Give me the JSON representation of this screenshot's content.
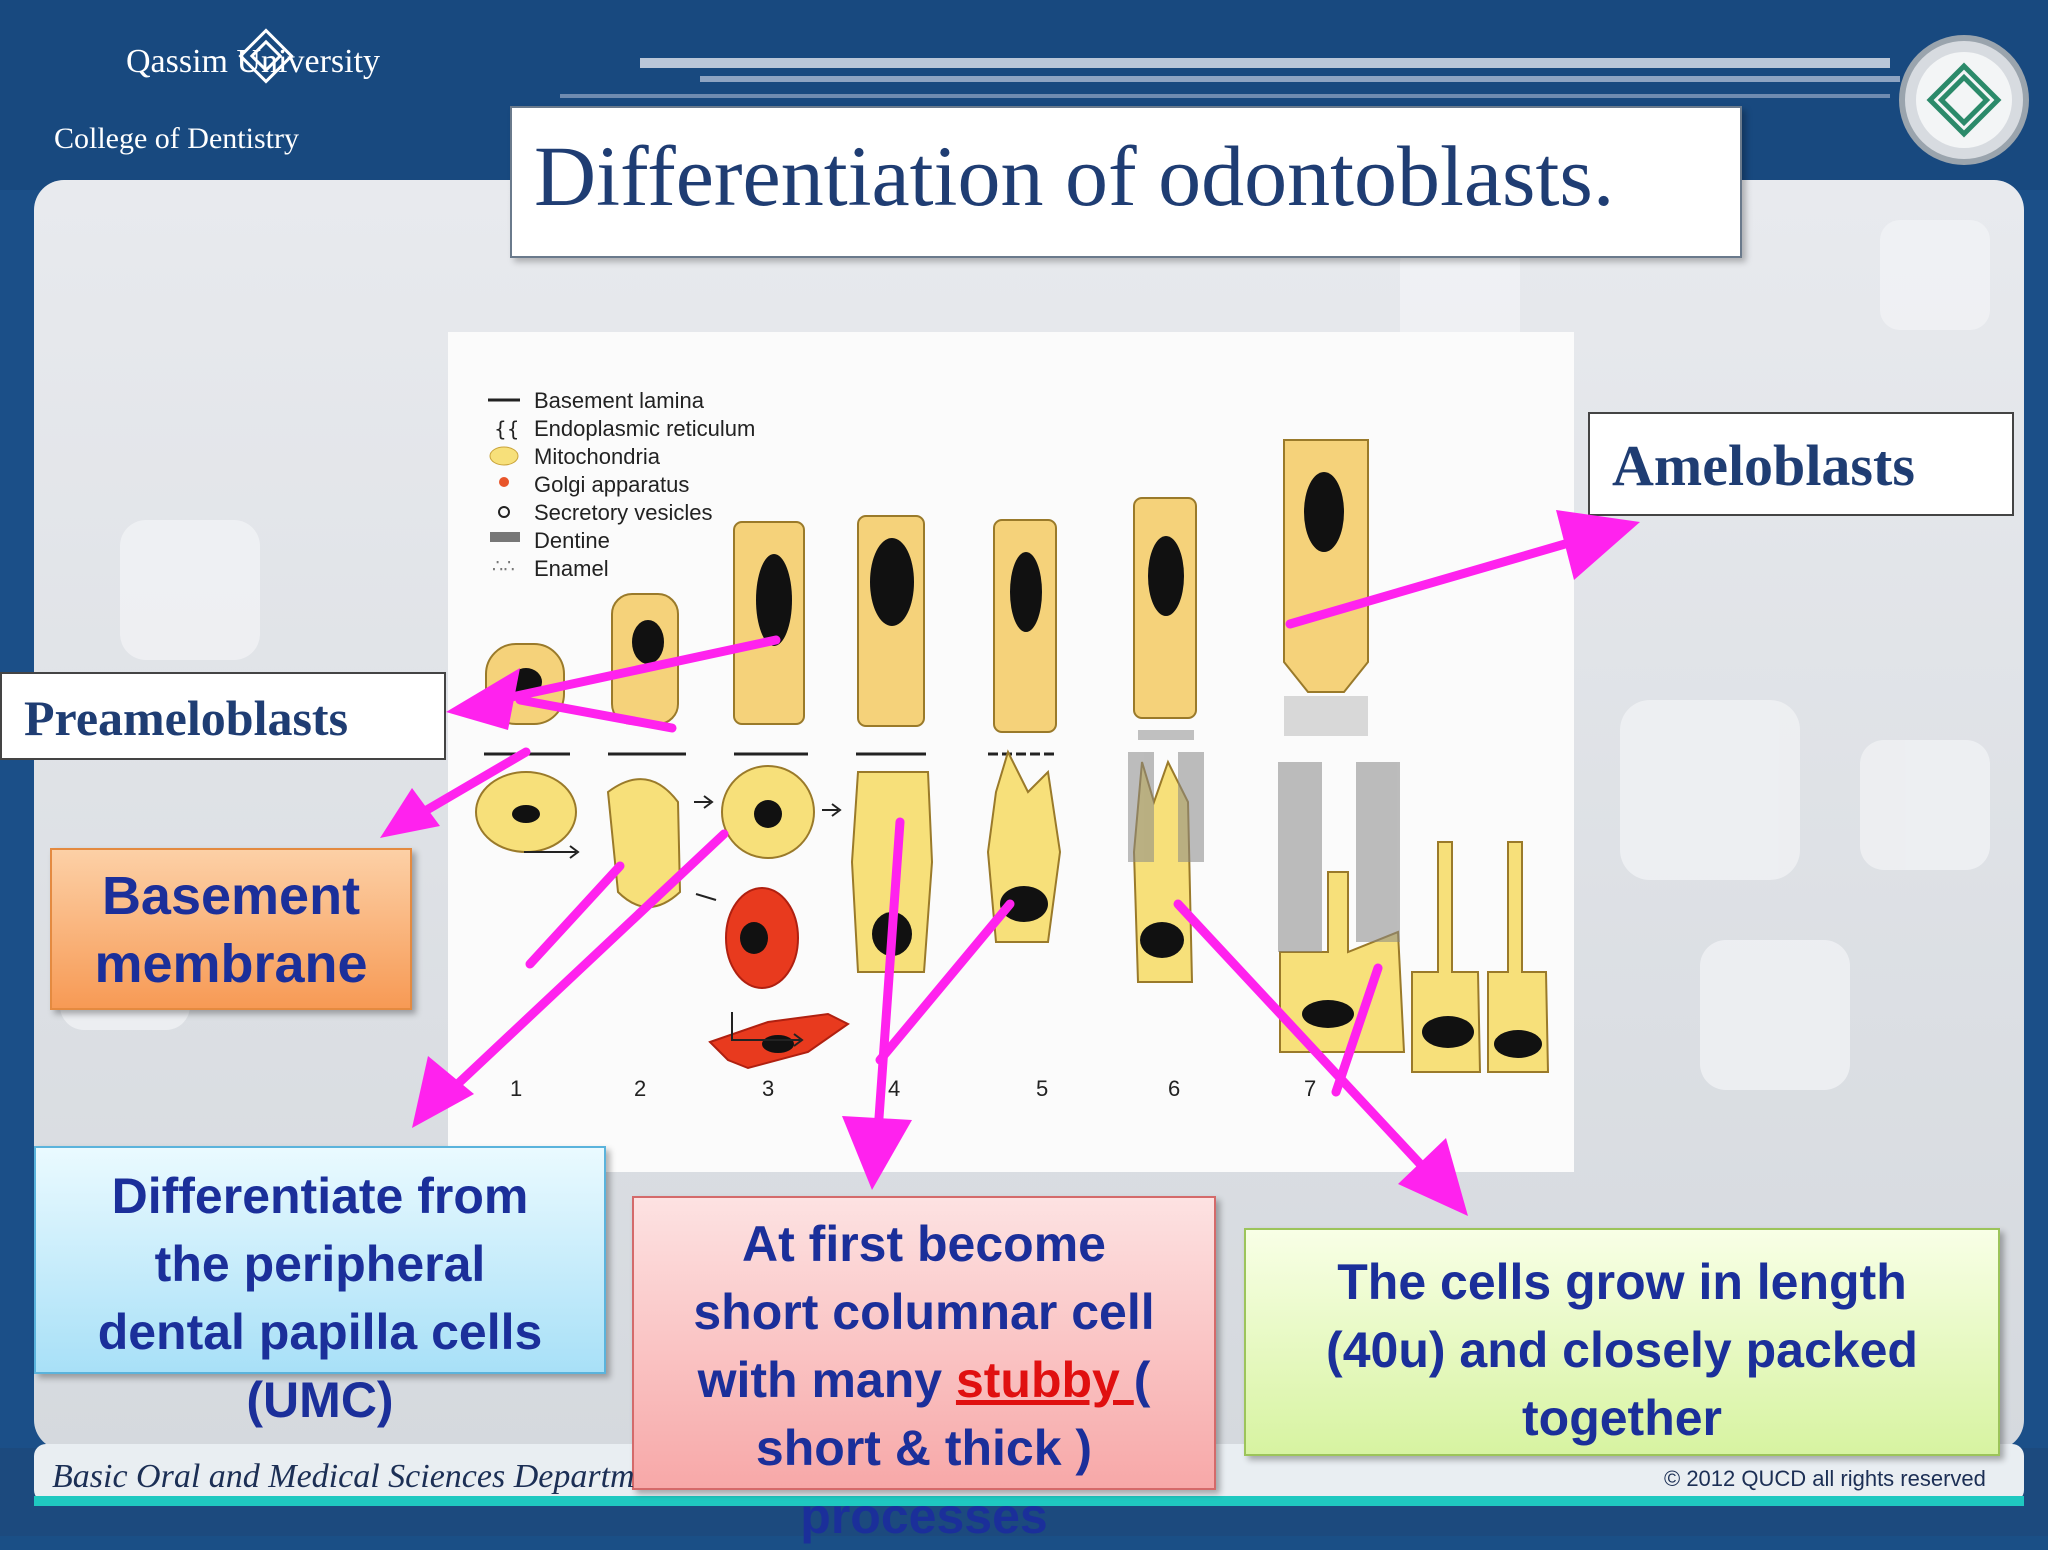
{
  "header": {
    "logo_university": "Qassim University",
    "logo_college": "College of Dentistry",
    "title": "Differentiation of odontoblasts."
  },
  "figure": {
    "legend": [
      "Basement lamina",
      "Endoplasmic reticulum",
      "Mitochondria",
      "Golgi apparatus",
      "Secretory vesicles",
      "Dentine",
      "Enamel"
    ],
    "stages": [
      "1",
      "2",
      "3",
      "4",
      "5",
      "6",
      "7"
    ]
  },
  "labels": {
    "ameloblasts": "Ameloblasts",
    "preameloblasts": "Preameloblasts",
    "basement_membrane": [
      "Basement",
      "membrane"
    ],
    "papilla": [
      "Differentiate from",
      "the peripheral",
      "dental papilla cells",
      "(UMC)"
    ],
    "columnar": {
      "line1": "At first become",
      "line2": "short columnar cell",
      "line3_pre": "with many ",
      "line3_stubby": "stubby ",
      "line3_post": "(",
      "line4": "short & thick )",
      "line5": "processes"
    },
    "length": [
      "The cells grow in length",
      "(40u) and closely packed",
      "together"
    ]
  },
  "footer": {
    "department": "Basic Oral and Medical Sciences Departm",
    "copyright": "© 2012 QUCD all rights reserved"
  },
  "colors": {
    "arrow": "#ff22ee",
    "title_text": "#1f3d73",
    "label_text": "#1b2f9a",
    "cell_yellow": "#f7e07a",
    "cell_red": "#e83a1e"
  }
}
